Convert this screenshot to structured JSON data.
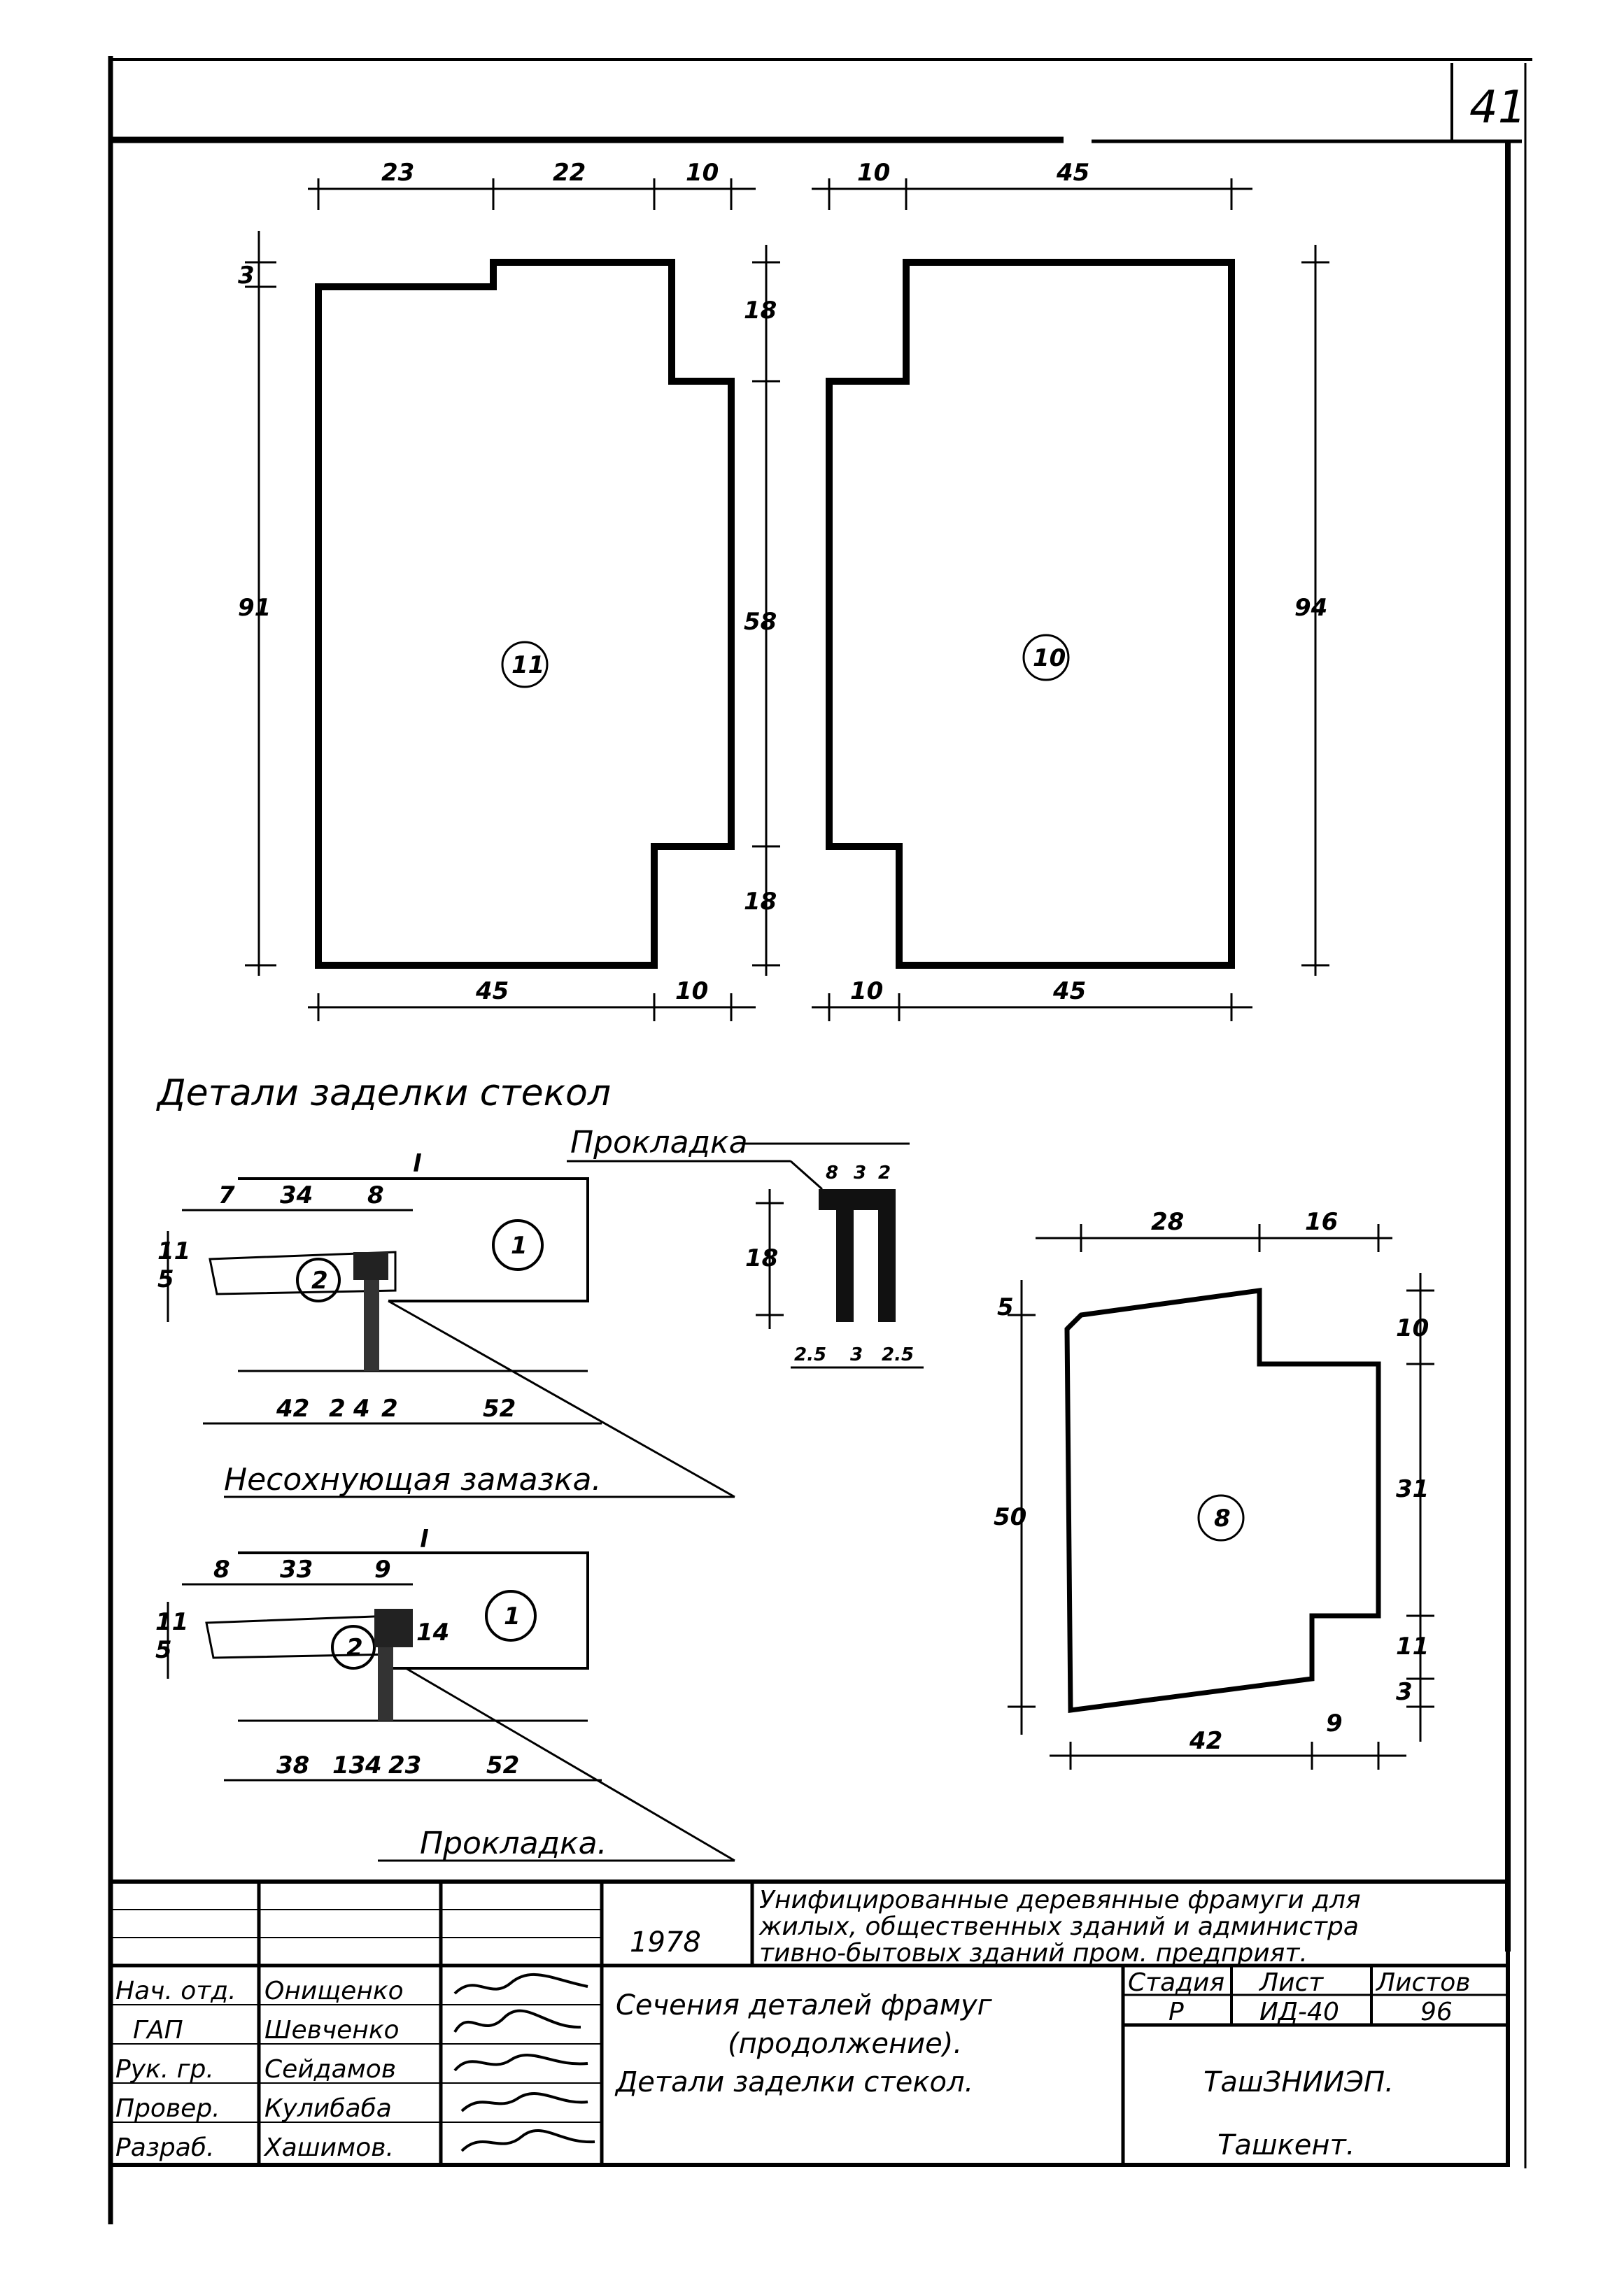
{
  "sheet_no": "41",
  "part_labels": {
    "p11": "11",
    "p10": "10",
    "p8": "8",
    "p1a": "1",
    "p2a": "2",
    "p1b": "1",
    "p2b": "2"
  },
  "dims_11": {
    "top_a": "23",
    "top_b": "22",
    "top_c": "10",
    "left_a": "3",
    "left_b": "91",
    "bot_a": "45",
    "bot_b": "10"
  },
  "dims_10": {
    "top_a": "10",
    "top_b": "45",
    "left_a": "18",
    "left_b": "58",
    "left_c": "18",
    "right_a": "94",
    "bot_a": "10",
    "bot_b": "45"
  },
  "glazing": {
    "title": "Детали заделки стекол",
    "gasket_label": "Прокладка",
    "putty_label": "Несохнующая замазка.",
    "gasket_label_2": "Прокладка.",
    "d1_top": [
      "7",
      "34",
      "8"
    ],
    "d1_left": [
      "5",
      "11"
    ],
    "d1_bot": [
      "42",
      "2",
      "4",
      "2",
      "52"
    ],
    "d2_top": [
      "8",
      "33",
      "9"
    ],
    "d2_left": [
      "5",
      "11"
    ],
    "d2_right": "14",
    "d2_bot": [
      "38",
      "13",
      "4",
      "23",
      "52"
    ],
    "l_mark": "l",
    "gasket_top": [
      "8",
      "3",
      "2"
    ],
    "gasket_left": "18",
    "gasket_bot": [
      "2.5",
      "3",
      "2.5"
    ]
  },
  "dims_8": {
    "top_a": "28",
    "top_b": "16",
    "left_a": "5",
    "left_b": "50",
    "right_a": "10",
    "right_b": "31",
    "right_c": "11",
    "right_d": "3",
    "bot_a": "42",
    "bot_b": "9"
  },
  "title_block": {
    "year": "1978",
    "project": [
      "Унифицированные деревянные фрамуги для",
      "жилых, общественных зданий и администра",
      "тивно-бытовых зданий пром. предприят."
    ],
    "sheet_title": [
      "Сечения деталей фрамуг",
      "(продолжение).",
      "Детали заделки стекол."
    ],
    "roles": [
      "Нач. отд.",
      "ГАП",
      "Рук. гр.",
      "Провер.",
      "Разраб."
    ],
    "names": [
      "Онищенко",
      "Шевченко",
      "Сейдамов",
      "Кулибаба",
      "Хашимов."
    ],
    "stage_header": "Стадия",
    "sheet_header": "Лист",
    "sheets_header": "Листов",
    "stage": "Р",
    "sheet": "ИД-40",
    "sheets": "96",
    "org": "ТашЗНИИЭП.",
    "city": "Ташкент."
  }
}
